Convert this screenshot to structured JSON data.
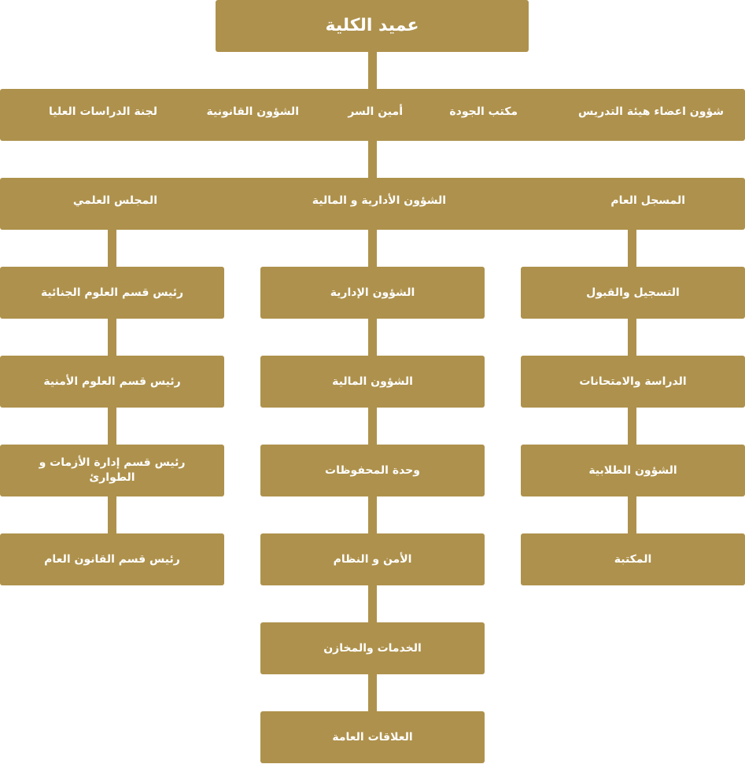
{
  "dean": "عميد الكلية",
  "row1": {
    "faculty_affairs": "شؤون اعضاء هيئة التدريس",
    "quality_office": "مكتب الجودة",
    "secretary": "أمين السر",
    "legal_affairs": "الشؤون القانونية",
    "graduate_committee": "لجنة الدراسات العليا"
  },
  "row2": {
    "registrar": "المسجل العام",
    "admin_finance": "الشؤون الأدارية و المالية",
    "scientific_council": "المجلس العلمي"
  },
  "registrar_col": [
    "التسجيل والقبول",
    "الدراسة والامتحانات",
    "الشؤون الطلابية",
    "المكتبة"
  ],
  "admin_col": [
    "الشؤون الإدارية",
    "الشؤون المالية",
    "وحدة المحفوظات",
    "الأمن و النظام",
    "الخدمات والمخازن",
    "العلاقات العامة"
  ],
  "council_col": [
    "رئيس قسم العلوم الجنائية",
    "رئيس قسم العلوم الأمنية",
    "رئيس قسم إدارة الأزمات و الطوارئ",
    "رئيس قسم القانون العام"
  ],
  "colors": {
    "box": "#ae914c",
    "text": "#ffffff"
  }
}
